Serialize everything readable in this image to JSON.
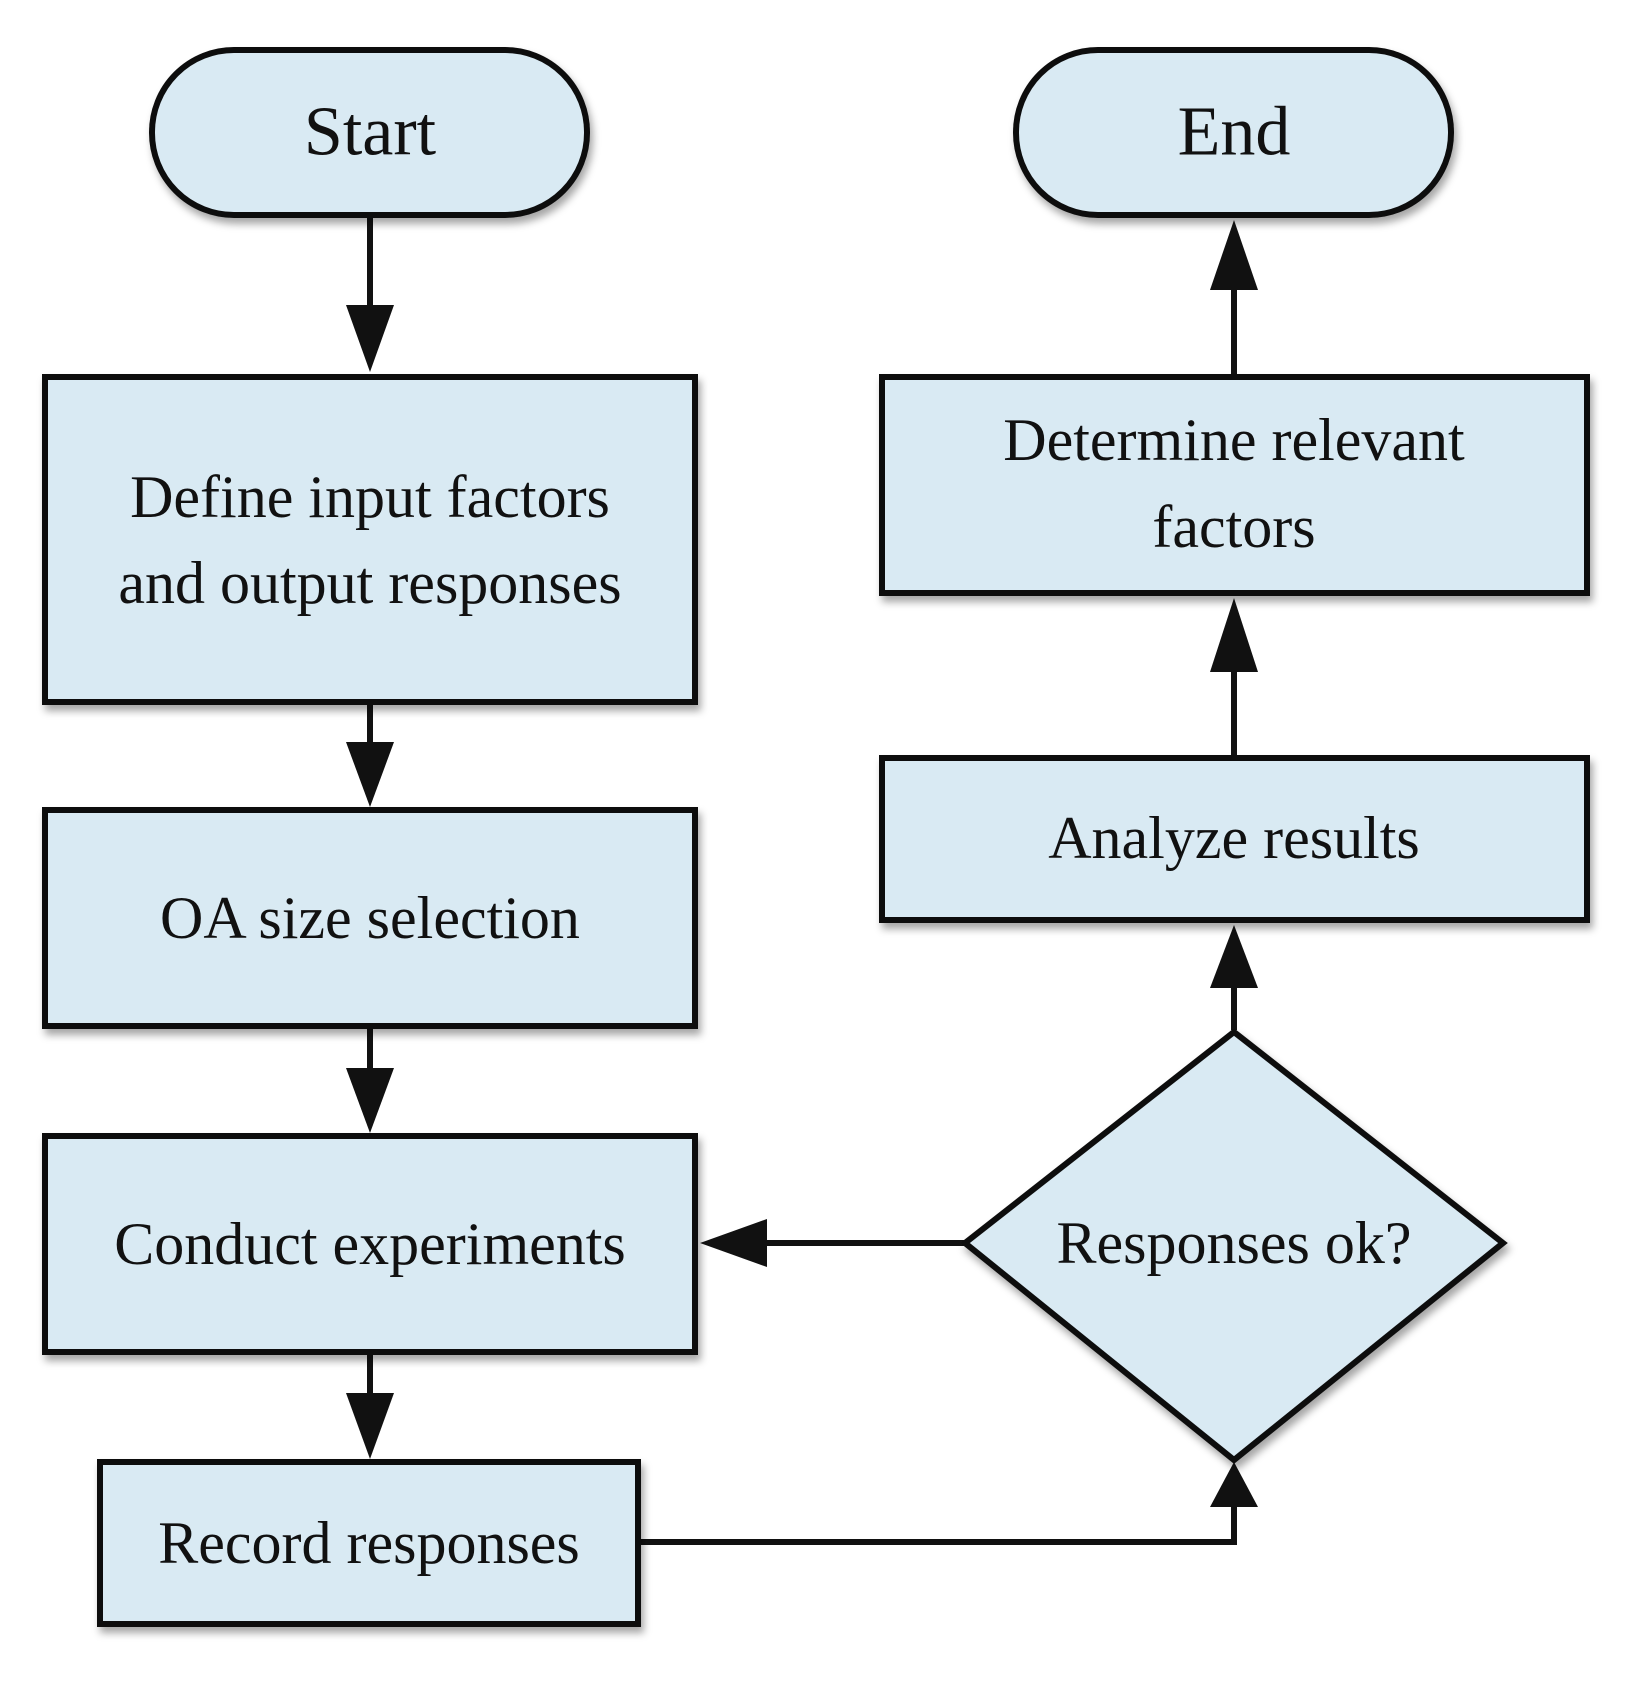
{
  "colors": {
    "node_fill": "#d9eaf3",
    "stroke": "#111111",
    "background": "#ffffff"
  },
  "nodes": {
    "start": {
      "label": "Start",
      "shape": "terminator"
    },
    "define": {
      "lines": [
        "Define input factors",
        "and output responses"
      ],
      "shape": "process"
    },
    "oa": {
      "label": "OA size selection",
      "shape": "process"
    },
    "conduct": {
      "label": "Conduct experiments",
      "shape": "process"
    },
    "record": {
      "label": "Record responses",
      "shape": "process"
    },
    "decision": {
      "label": "Responses ok?",
      "shape": "decision"
    },
    "analyze": {
      "label": "Analyze results",
      "shape": "process"
    },
    "determine": {
      "lines": [
        "Determine relevant",
        "factors"
      ],
      "shape": "process"
    },
    "end": {
      "label": "End",
      "shape": "terminator"
    }
  },
  "edges": [
    {
      "from": "start",
      "to": "define"
    },
    {
      "from": "define",
      "to": "oa"
    },
    {
      "from": "oa",
      "to": "conduct"
    },
    {
      "from": "conduct",
      "to": "record"
    },
    {
      "from": "record",
      "to": "decision"
    },
    {
      "from": "decision",
      "to": "conduct"
    },
    {
      "from": "decision",
      "to": "analyze"
    },
    {
      "from": "analyze",
      "to": "determine"
    },
    {
      "from": "determine",
      "to": "end"
    }
  ]
}
